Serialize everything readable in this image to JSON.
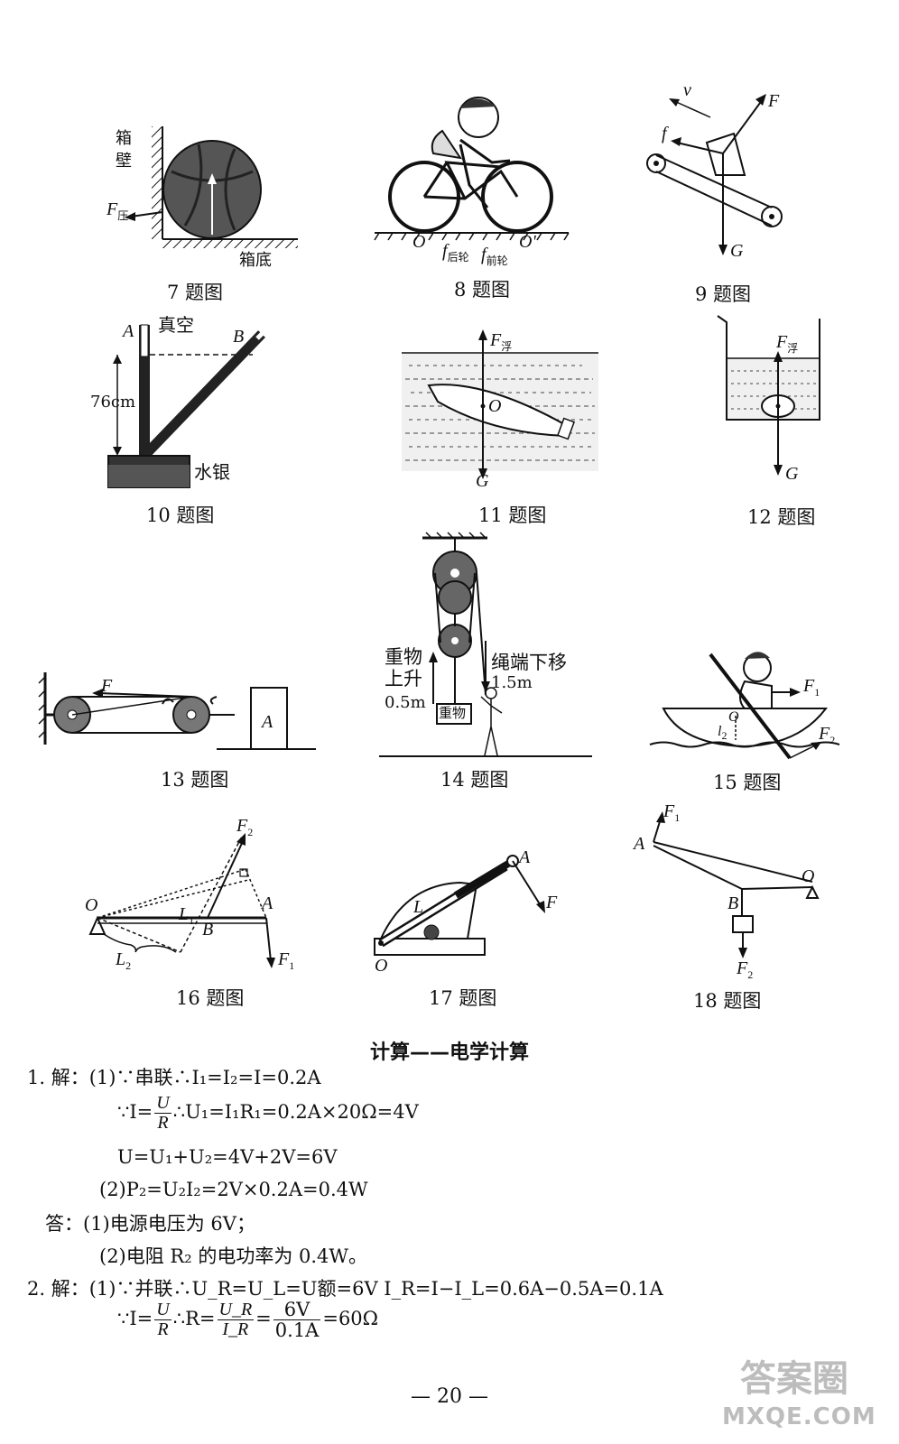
{
  "figures": {
    "f7": {
      "caption": "7 题图",
      "labels": {
        "wall": "箱壁",
        "force": "F",
        "force_sub": "压",
        "floor": "箱底"
      }
    },
    "f8": {
      "caption": "8 题图",
      "labels": {
        "o1": "O",
        "o2": "O'",
        "f_rear": "f",
        "f_rear_sub": "后轮",
        "f_front": "f",
        "f_front_sub": "前轮"
      }
    },
    "f9": {
      "caption": "9 题图",
      "labels": {
        "v": "v",
        "f": "f",
        "F": "F",
        "G": "G"
      }
    },
    "f10": {
      "caption": "10 题图",
      "labels": {
        "A": "A",
        "vacuum": "真空",
        "B": "B",
        "height": "76cm",
        "mercury": "水银"
      }
    },
    "f11": {
      "caption": "11 题图",
      "labels": {
        "F": "F",
        "F_sub": "浮",
        "O": "O",
        "G": "G"
      }
    },
    "f12": {
      "caption": "12 题图",
      "labels": {
        "F": "F",
        "F_sub": "浮",
        "G": "G"
      }
    },
    "f13": {
      "caption": "13 题图",
      "labels": {
        "F": "F",
        "A": "A"
      }
    },
    "f14": {
      "caption": "14 题图",
      "labels": {
        "rise1": "重物",
        "rise2": "上升",
        "rise3": "0.5m",
        "down1": "绳端下移",
        "down2": "1.5m",
        "weight": "重物"
      }
    },
    "f15": {
      "caption": "15 题图",
      "labels": {
        "F1": "F",
        "F1_sub": "1",
        "O": "O",
        "L2": "l",
        "L2_sub": "2",
        "F2": "F",
        "F2_sub": "2"
      }
    },
    "f16": {
      "caption": "16 题图",
      "labels": {
        "F2": "F",
        "F2_sub": "2",
        "O": "O",
        "A": "A",
        "L1": "L",
        "L1_sub": "1",
        "B": "B",
        "L2": "L",
        "L2_sub": "2",
        "F1": "F",
        "F1_sub": "1"
      }
    },
    "f17": {
      "caption": "17 题图",
      "labels": {
        "A": "A",
        "L": "L",
        "F": "F",
        "O": "O"
      }
    },
    "f18": {
      "caption": "18 题图",
      "labels": {
        "F1": "F",
        "F1_sub": "1",
        "A": "A",
        "O": "O",
        "B": "B",
        "F2": "F",
        "F2_sub": "2"
      }
    }
  },
  "section_title": "计算——电学计算",
  "solutions": {
    "q1_line1": "1. 解：(1)∵串联∴I₁=I₂=I=0.2A",
    "q1_line2_pre": "∵I=",
    "q1_line2_num": "U",
    "q1_line2_den": "R",
    "q1_line2_post": "∴U₁=I₁R₁=0.2A×20Ω=4V",
    "q1_line3": "U=U₁+U₂=4V+2V=6V",
    "q1_line4": "(2)P₂=U₂I₂=2V×0.2A=0.4W",
    "q1_ans1": "答：(1)电源电压为 6V；",
    "q1_ans2": "(2)电阻 R₂ 的电功率为 0.4W。",
    "q2_line1": "2. 解：(1)∵并联∴U_R=U_L=U额=6V    I_R=I−I_L=0.6A−0.5A=0.1A",
    "q2_line2_pre": "∵I=",
    "q2_line2_num": "U",
    "q2_line2_den": "R",
    "q2_line2_mid": "∴R=",
    "q2_line2_num2": "U_R",
    "q2_line2_den2": "I_R",
    "q2_line2_eq": "=",
    "q2_line2_num3": "6V",
    "q2_line2_den3": "0.1A",
    "q2_line2_post": "=60Ω"
  },
  "page_number": "— 20 —",
  "watermark": {
    "top": "答案圈",
    "bottom": "MXQE.COM"
  }
}
